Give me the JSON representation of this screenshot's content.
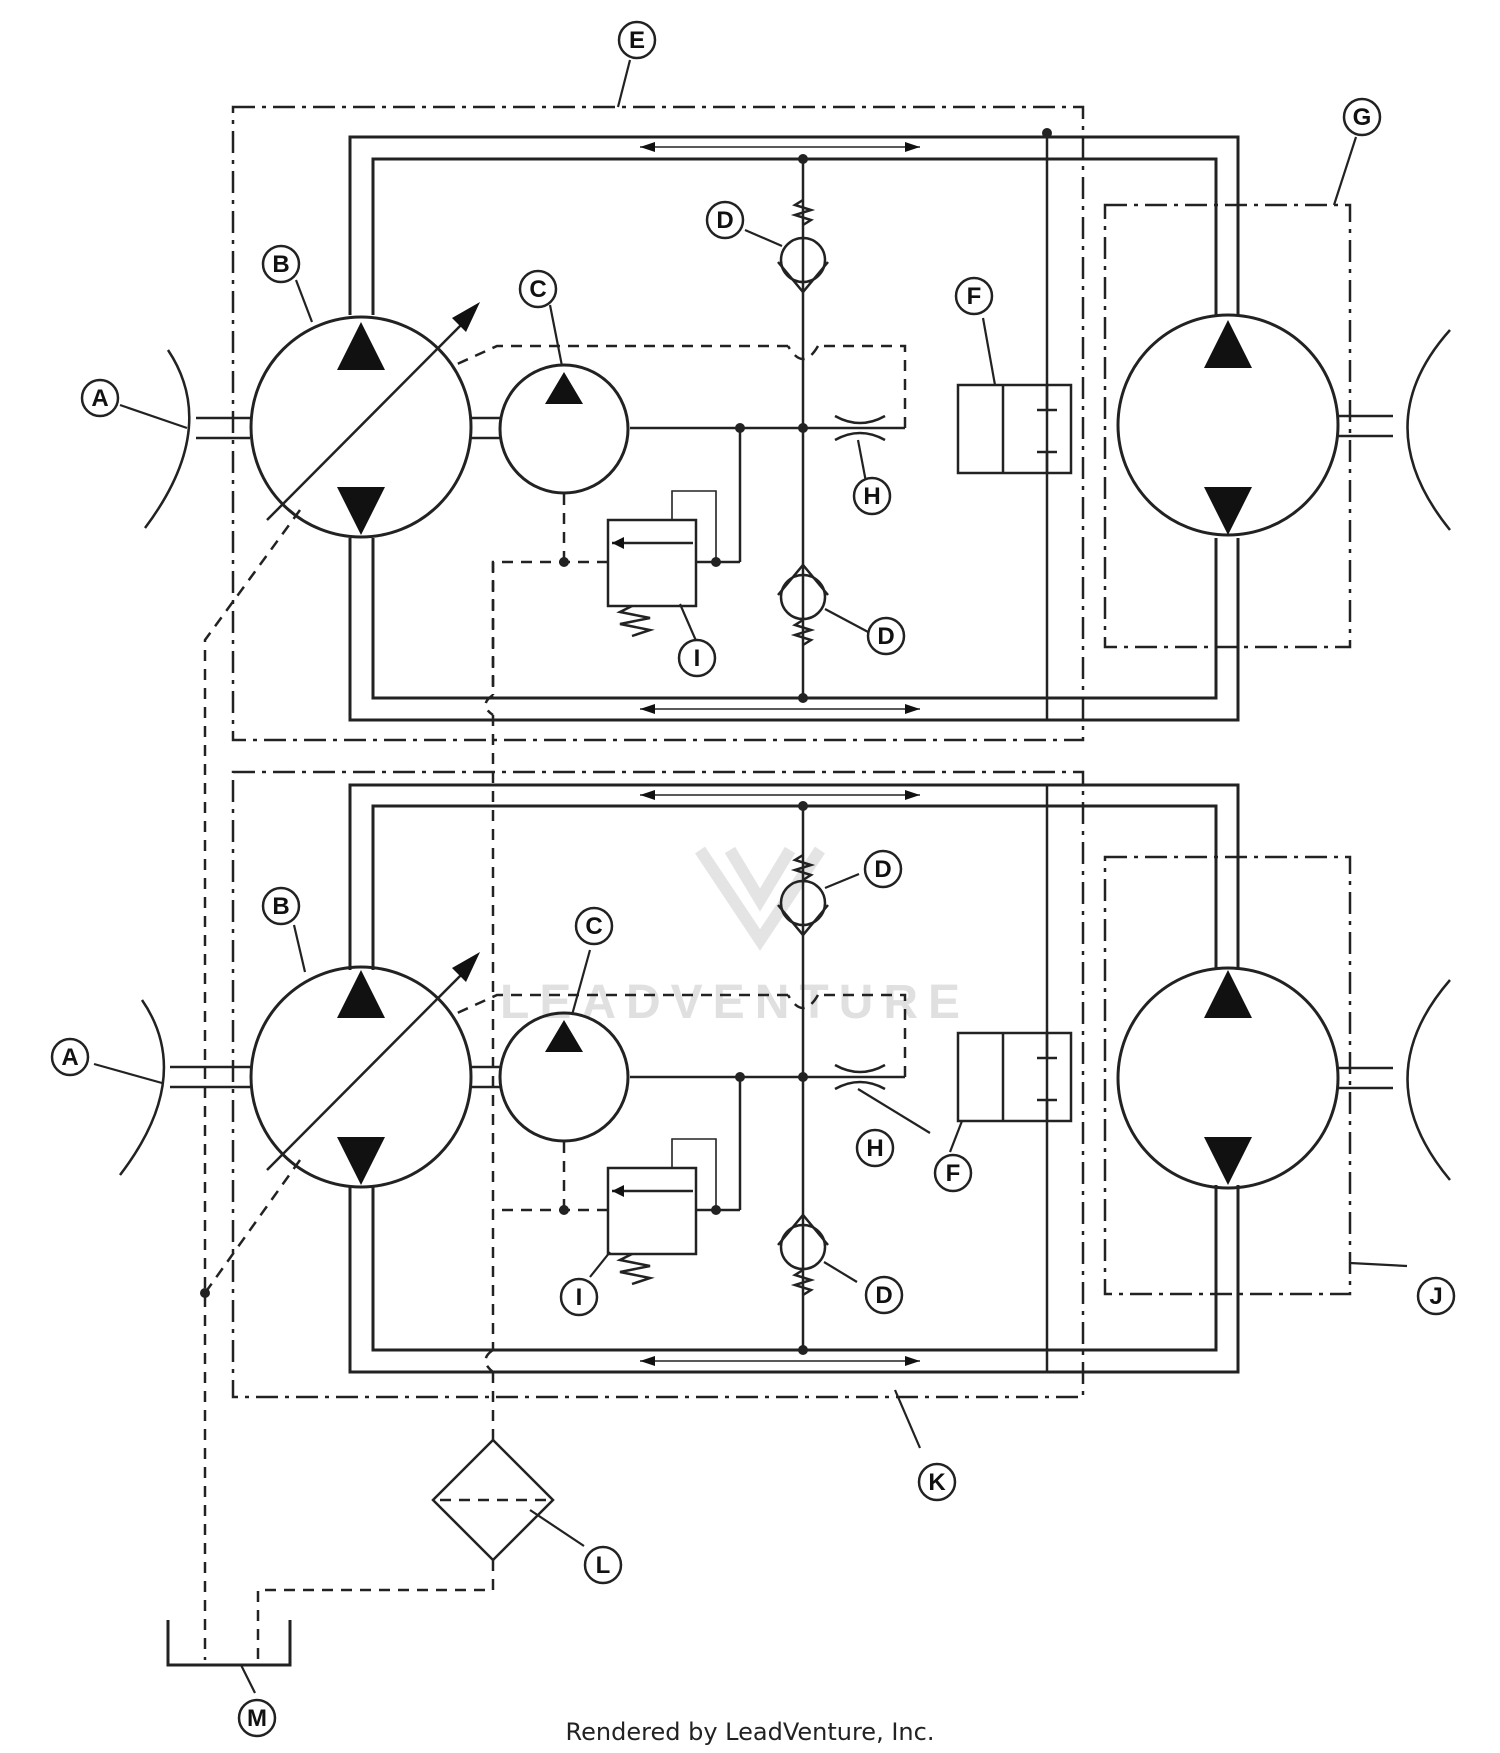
{
  "callouts": {
    "A_top": "A",
    "B_top": "B",
    "C_top": "C",
    "D_top1": "D",
    "D_top2": "D",
    "E": "E",
    "F_top": "F",
    "G": "G",
    "H_top": "H",
    "I_top": "I",
    "A_bot": "A",
    "B_bot": "B",
    "C_bot": "C",
    "D_bot1": "D",
    "D_bot2": "D",
    "F_bot": "F",
    "H_bot": "H",
    "I_bot": "I",
    "J": "J",
    "K": "K",
    "L": "L",
    "M": "M"
  },
  "watermark": "LEADVENTURE",
  "footer": "Rendered by LeadVenture, Inc."
}
